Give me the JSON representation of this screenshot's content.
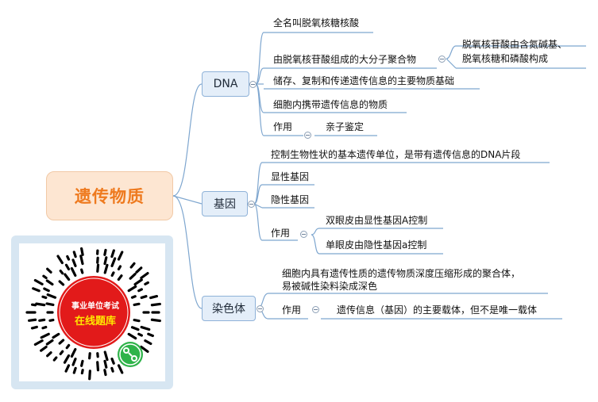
{
  "root": {
    "label": "遗传物质"
  },
  "dna": {
    "label": "DNA",
    "items": [
      "全名叫脱氧核糖核酸",
      "由脱氧核苷酸组成的大分子聚合物",
      "储存、复制和传递遗传信息的主要物质基础",
      "细胞内携带遗传信息的物质",
      "作用"
    ],
    "sub_composition": [
      "脱氧核苷酸由含氮碱基、",
      "脱氧核糖和磷酸构成"
    ],
    "sub_use": "亲子鉴定"
  },
  "gene": {
    "label": "基因",
    "items": [
      "控制生物性状的基本遗传单位，是带有遗传信息的DNA片段",
      "显性基因",
      "隐性基因",
      "作用"
    ],
    "sub_use": [
      "双眼皮由显性基因A控制",
      "单眼皮由隐性基因a控制"
    ]
  },
  "chromosome": {
    "label": "染色体",
    "desc": [
      "细胞内具有遗传性质的遗传物质深度压缩形成的聚合体，",
      "易被碱性染料染成深色"
    ],
    "use_label": "作用",
    "sub_use": "遗传信息（基因）的主要载体，但不是唯一载体"
  },
  "qr": {
    "line1": "事业单位考试",
    "line2": "在线题库"
  },
  "colors": {
    "root_text": "#ee7a1f",
    "line": "#7ea6cf",
    "qr_red": "#e21a1a",
    "wechat_green": "#2fb34a"
  }
}
